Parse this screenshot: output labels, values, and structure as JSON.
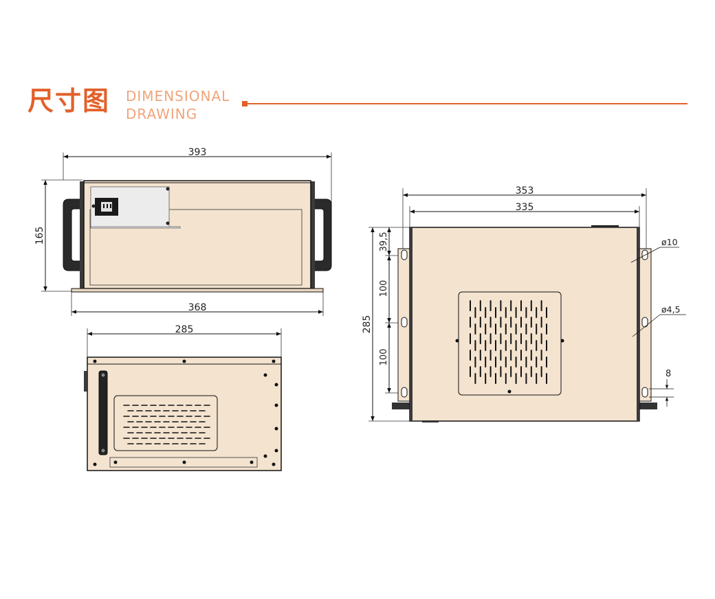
{
  "header": {
    "title_cn": "尺寸图",
    "title_en_line1": "DIMENSIONAL",
    "title_en_line2": "DRAWING",
    "accent_color": "#e2602a",
    "accent_light": "#f0a47a"
  },
  "colors": {
    "body_fill": "#f3e3cf",
    "line": "#111111"
  },
  "front_view": {
    "width_top": "393",
    "height": "165",
    "width_bottom": "368"
  },
  "rear_view": {
    "width": "285"
  },
  "side_view": {
    "width_outer": "353",
    "width_inner": "335",
    "height": "285",
    "offset_top": "39,5",
    "spacing_1": "100",
    "spacing_2": "100",
    "hole_large": "ø10",
    "hole_small": "ø4,5",
    "slot": "8"
  }
}
